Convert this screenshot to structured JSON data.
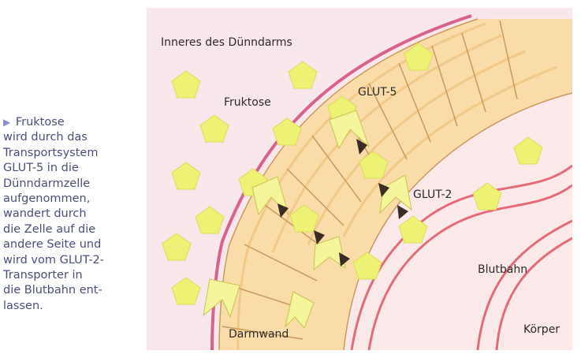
{
  "caption": {
    "marker": "▶",
    "lines": [
      "Fruktose",
      "wird durch das",
      "Transportsystem",
      "GLUT-5 in die",
      "Dünndarmzelle",
      "aufgenommen,",
      "wandert durch",
      "die Zelle auf die",
      "andere Seite und",
      "wird vom GLUT-2-",
      "Transporter in",
      "die Blutbahn ent-",
      "lassen."
    ]
  },
  "figure": {
    "labels": {
      "lumen": "Inneres des Dünndarms",
      "fructose": "Fruktose",
      "glut5": "GLUT-5",
      "glut2": "GLUT-2",
      "blood": "Blutbahn",
      "wall": "Darmwand",
      "body": "Körper"
    },
    "colors": {
      "lumen_bg": "#f8e7ea",
      "membrane": "#d9628c",
      "cell_fill": "#f9dca7",
      "cell_line": "#c99a5d",
      "fructose": "#eef274",
      "transporter": "#f4f59a",
      "arrow": "#3a2b26",
      "blood_vessel": "#e56b78"
    }
  }
}
